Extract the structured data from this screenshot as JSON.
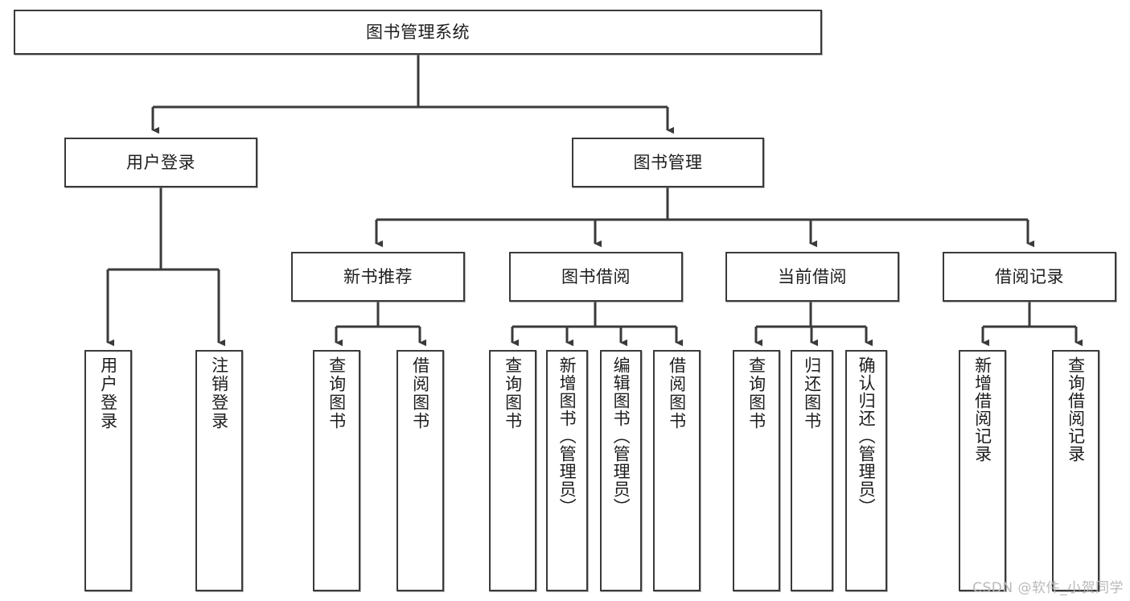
{
  "diagram": {
    "type": "tree-hierarchy-chart",
    "title": "图书管理系统",
    "watermark": "CSDN @软件_小贺同学",
    "colors": {
      "box_border": "#3a3a3a",
      "box_fill": "#ffffff",
      "connector": "#3a3a3a",
      "text": "#1d1d1d",
      "watermark": "#b9b9b9"
    },
    "nodes": {
      "root": {
        "label": "图书管理系统",
        "orientation": "horizontal"
      },
      "level2": [
        {
          "id": "user-login",
          "label": "用户登录",
          "orientation": "horizontal"
        },
        {
          "id": "book-management",
          "label": "图书管理",
          "orientation": "horizontal"
        }
      ],
      "level3": [
        {
          "id": "new-book-recommend",
          "label": "新书推荐",
          "orientation": "horizontal"
        },
        {
          "id": "book-borrow",
          "label": "图书借阅",
          "orientation": "horizontal"
        },
        {
          "id": "current-borrow",
          "label": "当前借阅",
          "orientation": "horizontal"
        },
        {
          "id": "borrow-record",
          "label": "借阅记录",
          "orientation": "horizontal"
        }
      ],
      "leaves": [
        {
          "id": "leaf-user-login",
          "label": "用户登录",
          "parent": "user-login",
          "orientation": "vertical"
        },
        {
          "id": "leaf-logout-login",
          "label": "注销登录",
          "parent": "user-login",
          "orientation": "vertical"
        },
        {
          "id": "leaf-query-book-1",
          "label": "查询图书",
          "parent": "new-book-recommend",
          "orientation": "vertical"
        },
        {
          "id": "leaf-borrow-book-1",
          "label": "借阅图书",
          "parent": "new-book-recommend",
          "orientation": "vertical"
        },
        {
          "id": "leaf-query-book-2",
          "label": "查询图书",
          "parent": "book-borrow",
          "orientation": "vertical"
        },
        {
          "id": "leaf-add-book-admin",
          "label": "新增图书（管理员）",
          "parent": "book-borrow",
          "orientation": "vertical"
        },
        {
          "id": "leaf-edit-book-admin",
          "label": "编辑图书（管理员）",
          "parent": "book-borrow",
          "orientation": "vertical"
        },
        {
          "id": "leaf-borrow-book-2",
          "label": "借阅图书",
          "parent": "book-borrow",
          "orientation": "vertical"
        },
        {
          "id": "leaf-query-book-3",
          "label": "查询图书",
          "parent": "current-borrow",
          "orientation": "vertical"
        },
        {
          "id": "leaf-return-book",
          "label": "归还图书",
          "parent": "current-borrow",
          "orientation": "vertical"
        },
        {
          "id": "leaf-confirm-return-admin",
          "label": "确认归还（管理员）",
          "parent": "current-borrow",
          "orientation": "vertical"
        },
        {
          "id": "leaf-add-borrow-record",
          "label": "新增借阅记录",
          "parent": "borrow-record",
          "orientation": "vertical"
        },
        {
          "id": "leaf-query-borrow-record",
          "label": "查询借阅记录",
          "parent": "borrow-record",
          "orientation": "vertical"
        }
      ]
    }
  }
}
